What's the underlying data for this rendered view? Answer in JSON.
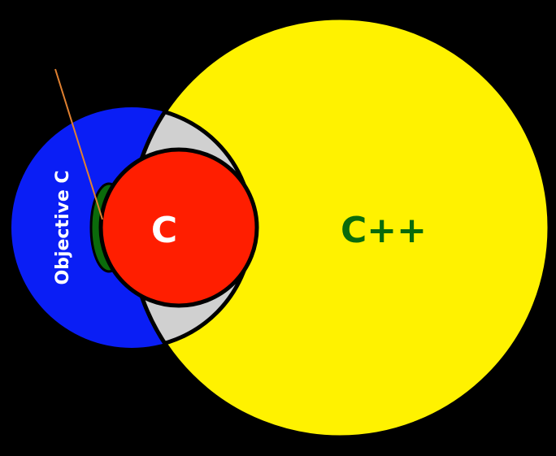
{
  "diagram": {
    "background_color": "#000000",
    "sets": {
      "cpp": {
        "label": "C++",
        "fill": "#fff200",
        "label_color": "#0b6b0b"
      },
      "objc": {
        "label": "Objective C",
        "fill": "#0a1ef5",
        "label_color": "#ffffff"
      },
      "c": {
        "label": "C",
        "fill": "#ff1e00",
        "label_color": "#ffffff"
      }
    },
    "overlap_colors": {
      "cpp_objc": "#d0d0d0",
      "objc_only_sliver": "#0b6b0b"
    },
    "pointer_line_color": "#e08030",
    "outline_color": "#000000"
  }
}
